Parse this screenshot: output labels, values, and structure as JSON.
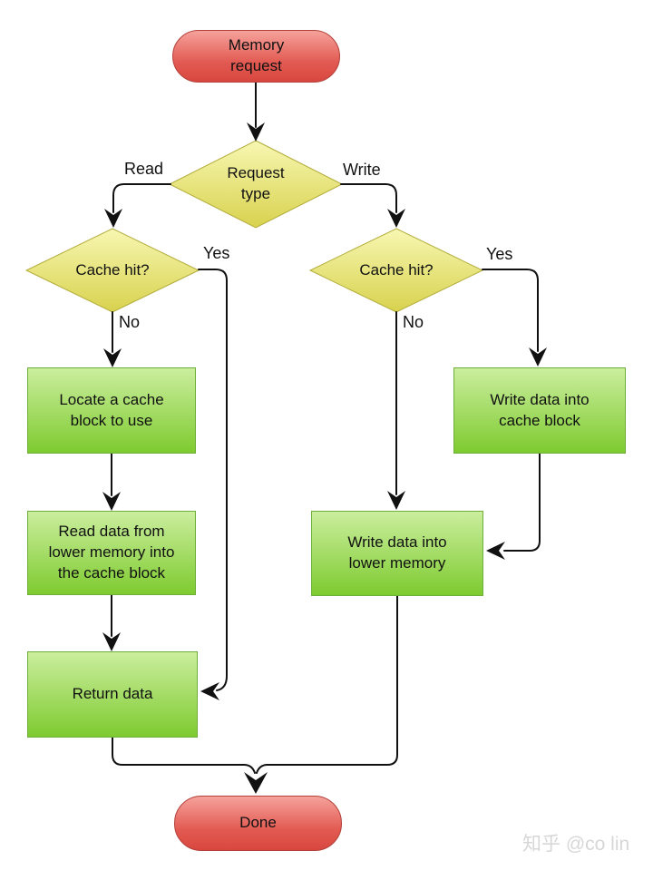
{
  "nodes": {
    "memory_request": "Memory request",
    "request_type": "Request type",
    "cache_hit_read": "Cache hit?",
    "cache_hit_write": "Cache hit?",
    "locate_block": "Locate a cache block to use",
    "read_from_lower": "Read data from lower memory into the cache block",
    "return_data": "Return data",
    "write_cache": "Write data into cache block",
    "write_lower": "Write data into lower memory",
    "done": "Done"
  },
  "edge_labels": {
    "read": "Read",
    "write": "Write",
    "yes_read": "Yes",
    "no_read": "No",
    "yes_write": "Yes",
    "no_write": "No"
  },
  "watermark": "知乎 @co lin",
  "colors": {
    "terminator_top": "#f5a29b",
    "terminator_mid": "#e25a52",
    "terminator_bottom": "#d8473f",
    "terminator_border": "#b2413a",
    "decision_top": "#f7f7b2",
    "decision_bottom": "#d8d24e",
    "decision_border": "#b3ac3b",
    "process_top": "#cbee9e",
    "process_bottom": "#7ecb30",
    "process_border": "#6fae38",
    "line": "#111111"
  }
}
